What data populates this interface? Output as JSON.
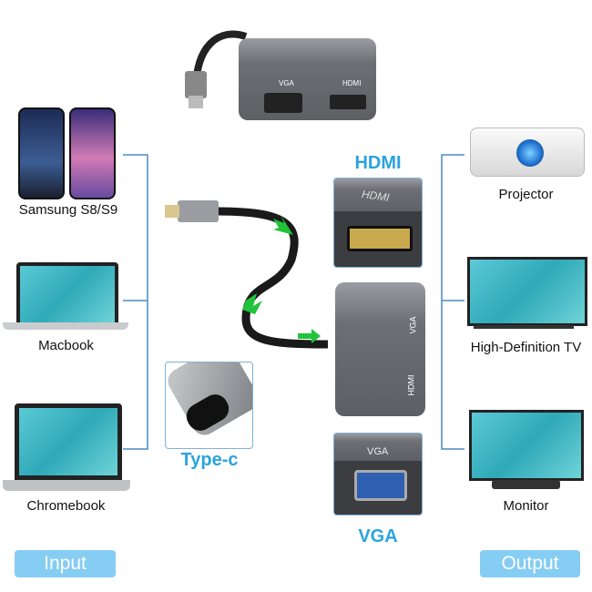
{
  "top_adapter": {
    "port_labels": [
      "VGA",
      "HDMI"
    ]
  },
  "inputs": [
    {
      "label": "Samsung S8/S9"
    },
    {
      "label": "Macbook"
    },
    {
      "label": "Chromebook"
    }
  ],
  "outputs": [
    {
      "label": "Projector"
    },
    {
      "label": "High-Definition TV"
    },
    {
      "label": "Monitor"
    }
  ],
  "center": {
    "hdmi_title": "HDMI",
    "hdmi_port_label": "HDMI",
    "adapter_labels": [
      "VGA",
      "HDMI"
    ],
    "typec_title": "Type-c",
    "vga_title": "VGA",
    "vga_port_label": "VGA"
  },
  "buttons": {
    "input": "Input",
    "output": "Output"
  },
  "colors": {
    "accent": "#2aa3df",
    "pill": "#86cdf3",
    "bracket": "#4a8cc4",
    "arrow": "#22c33a"
  }
}
